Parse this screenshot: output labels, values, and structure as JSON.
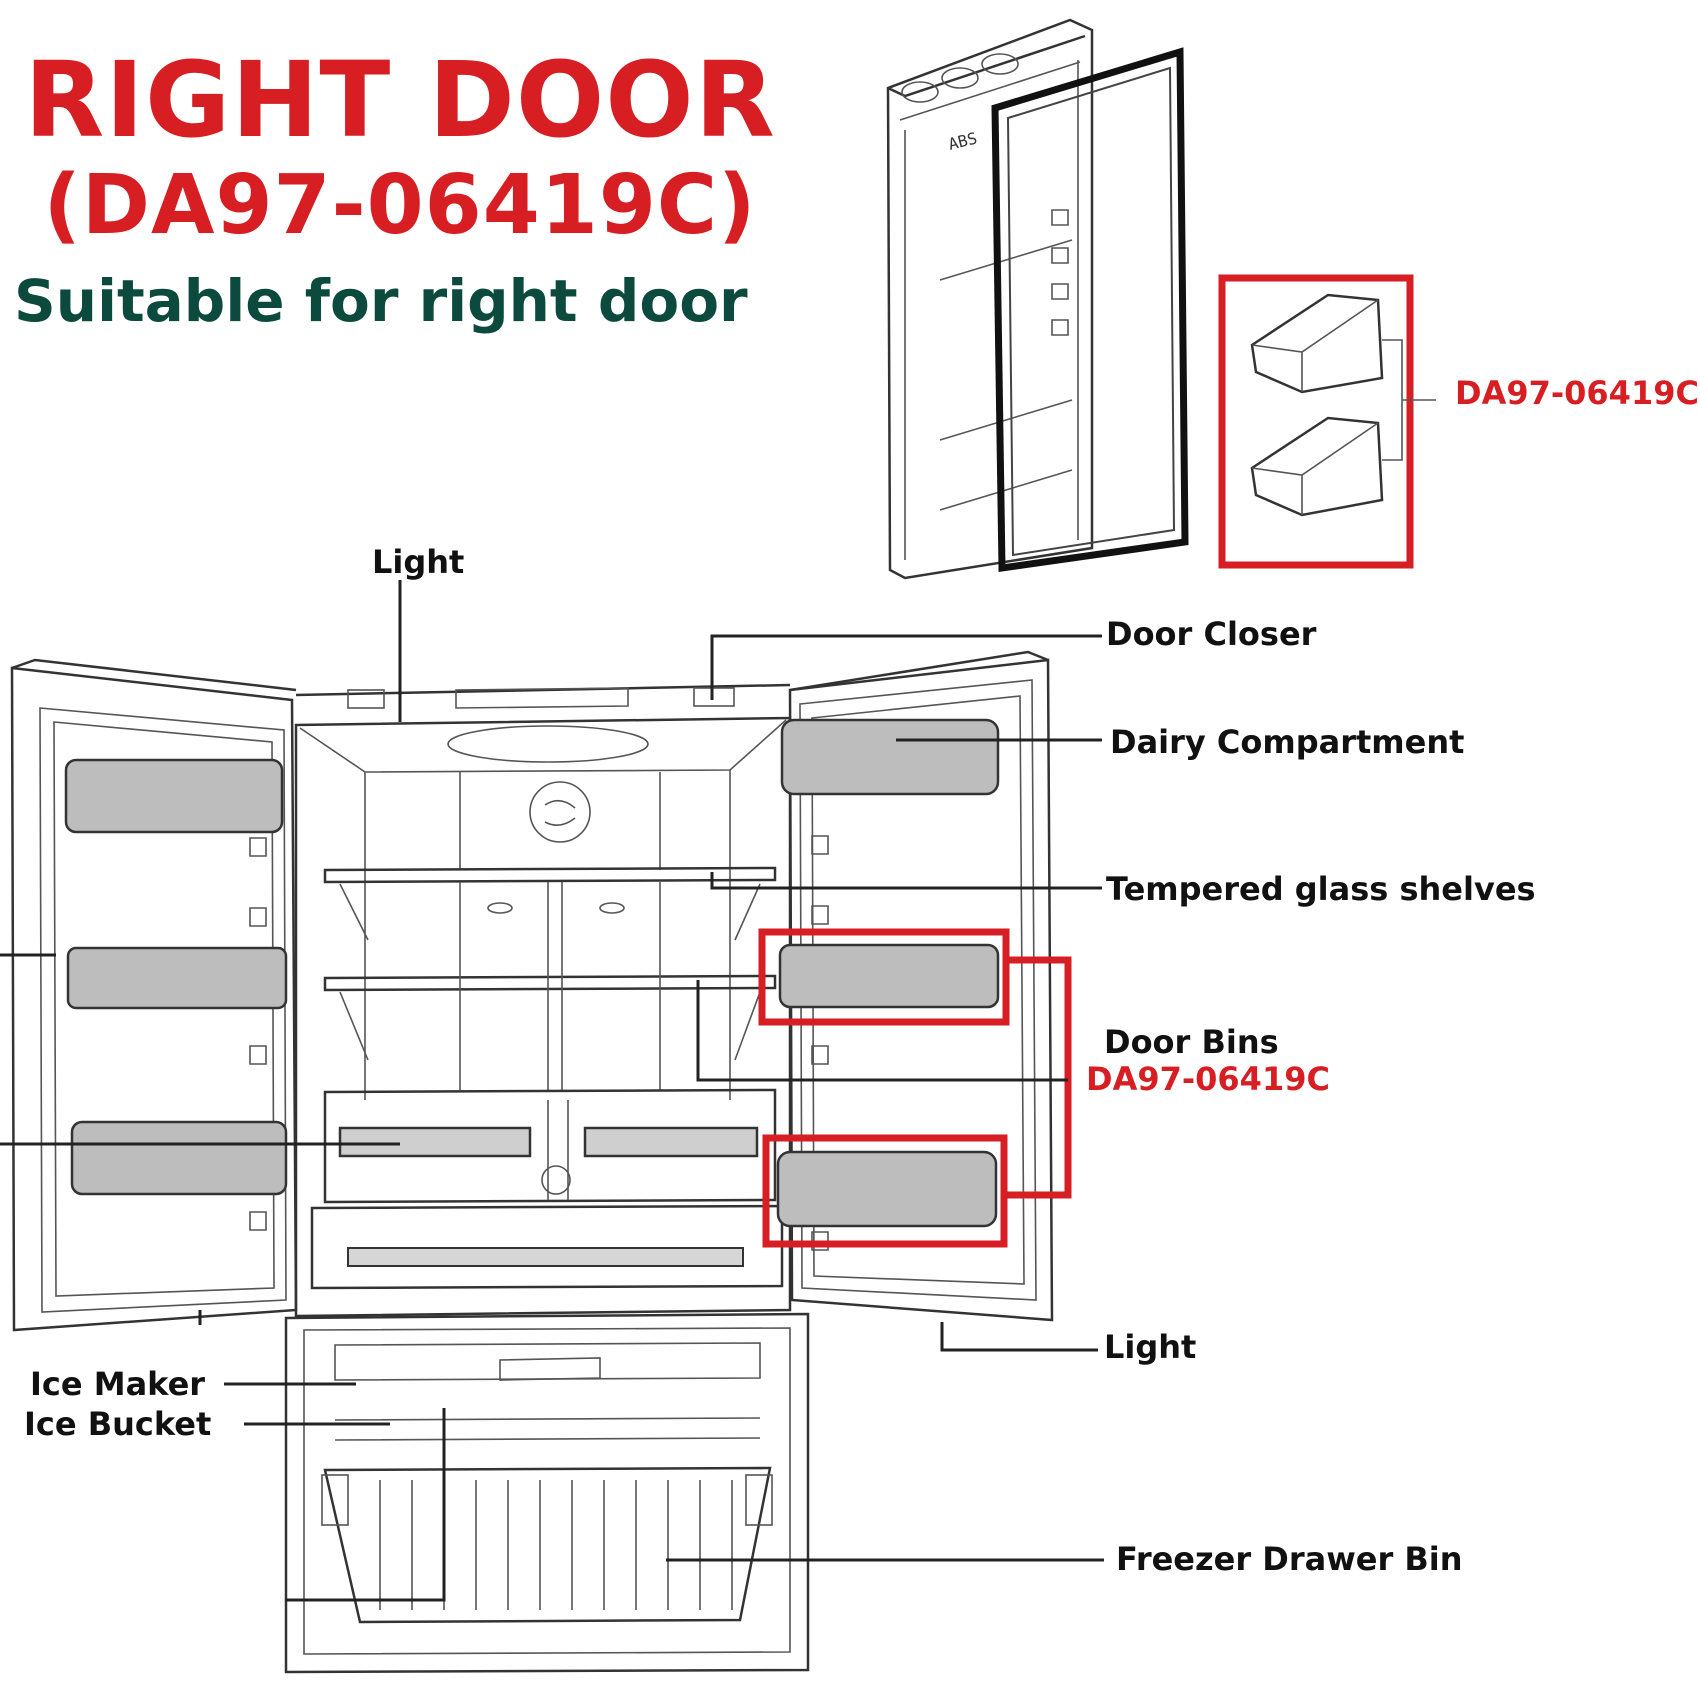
{
  "header": {
    "title_line1": "RIGHT DOOR",
    "title_line2": "(DA97-06419C)",
    "subtitle": "Suitable for right door",
    "title_color": "#d71e23",
    "subtitle_color": "#0b4a3c"
  },
  "inset": {
    "part_number": "DA97-06419C",
    "door_stamp": "ABS"
  },
  "callouts": {
    "light_top": "Light",
    "door_closer": "Door Closer",
    "dairy_compartment": "Dairy Compartment",
    "tempered_glass_shelves": "Tempered glass shelves",
    "door_bins": "Door Bins",
    "door_bins_part": "DA97-06419C",
    "light_bottom": "Light",
    "ice_maker": "Ice Maker",
    "ice_bucket": "Ice Bucket",
    "freezer_drawer_bin": "Freezer Drawer Bin"
  },
  "colors": {
    "highlight": "#d71e23",
    "line": "#222222",
    "bin_fill": "#bdbdbd"
  }
}
